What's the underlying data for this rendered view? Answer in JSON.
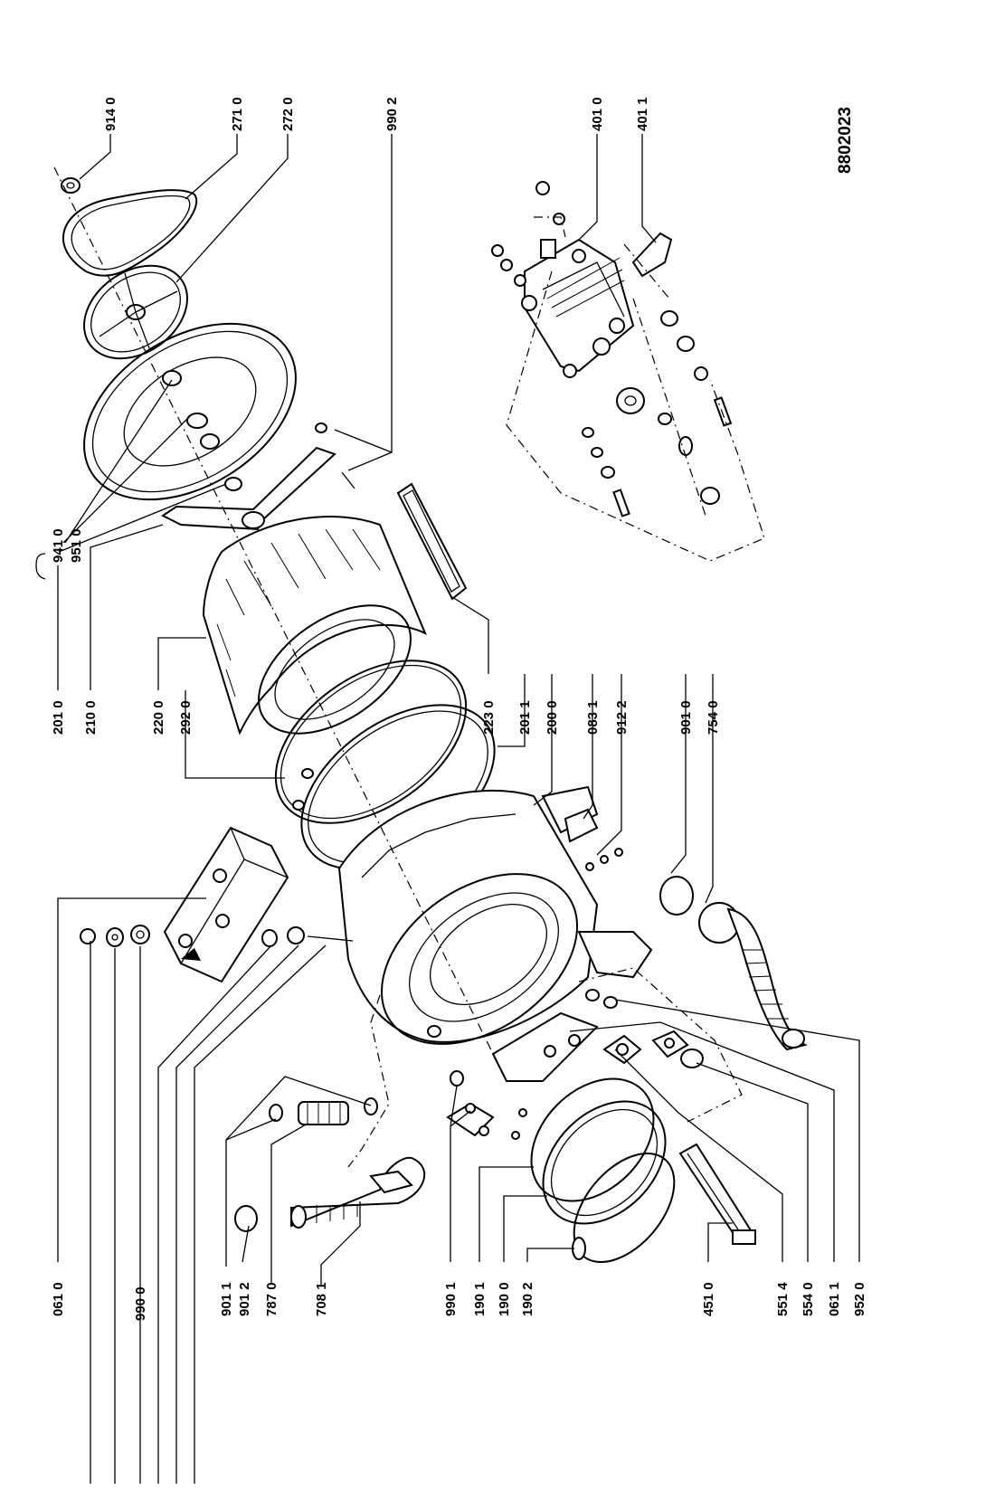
{
  "diagram": {
    "drawing_number": "8802023",
    "part_labels": {
      "p0610_a": "061 0",
      "p9900": "990 0",
      "p9011": "901 1",
      "p9012": "901 2",
      "p7870": "787 0",
      "p7081": "708 1",
      "p9901": "990 1",
      "p1901": "190 1",
      "p1900": "190 0",
      "p1902": "190 2",
      "p4510": "451 0",
      "p5514": "551 4",
      "p5540": "554 0",
      "p0611": "061 1",
      "p9520": "952 0",
      "p2010": "201 0",
      "p2100": "210 0",
      "p9410": "941 0",
      "p9510": "951 0",
      "p2200": "220 0",
      "p2920": "292 0",
      "p2230": "223 0",
      "p2011": "201 1",
      "p2000": "200 0",
      "p0831": "083 1",
      "p9122": "912 2",
      "p9010": "901 0",
      "p7540": "754 0",
      "p9140": "914 0",
      "p2710": "271 0",
      "p2720": "272 0",
      "p9902": "990 2",
      "p4010": "401 0",
      "p4011": "401 1"
    }
  }
}
